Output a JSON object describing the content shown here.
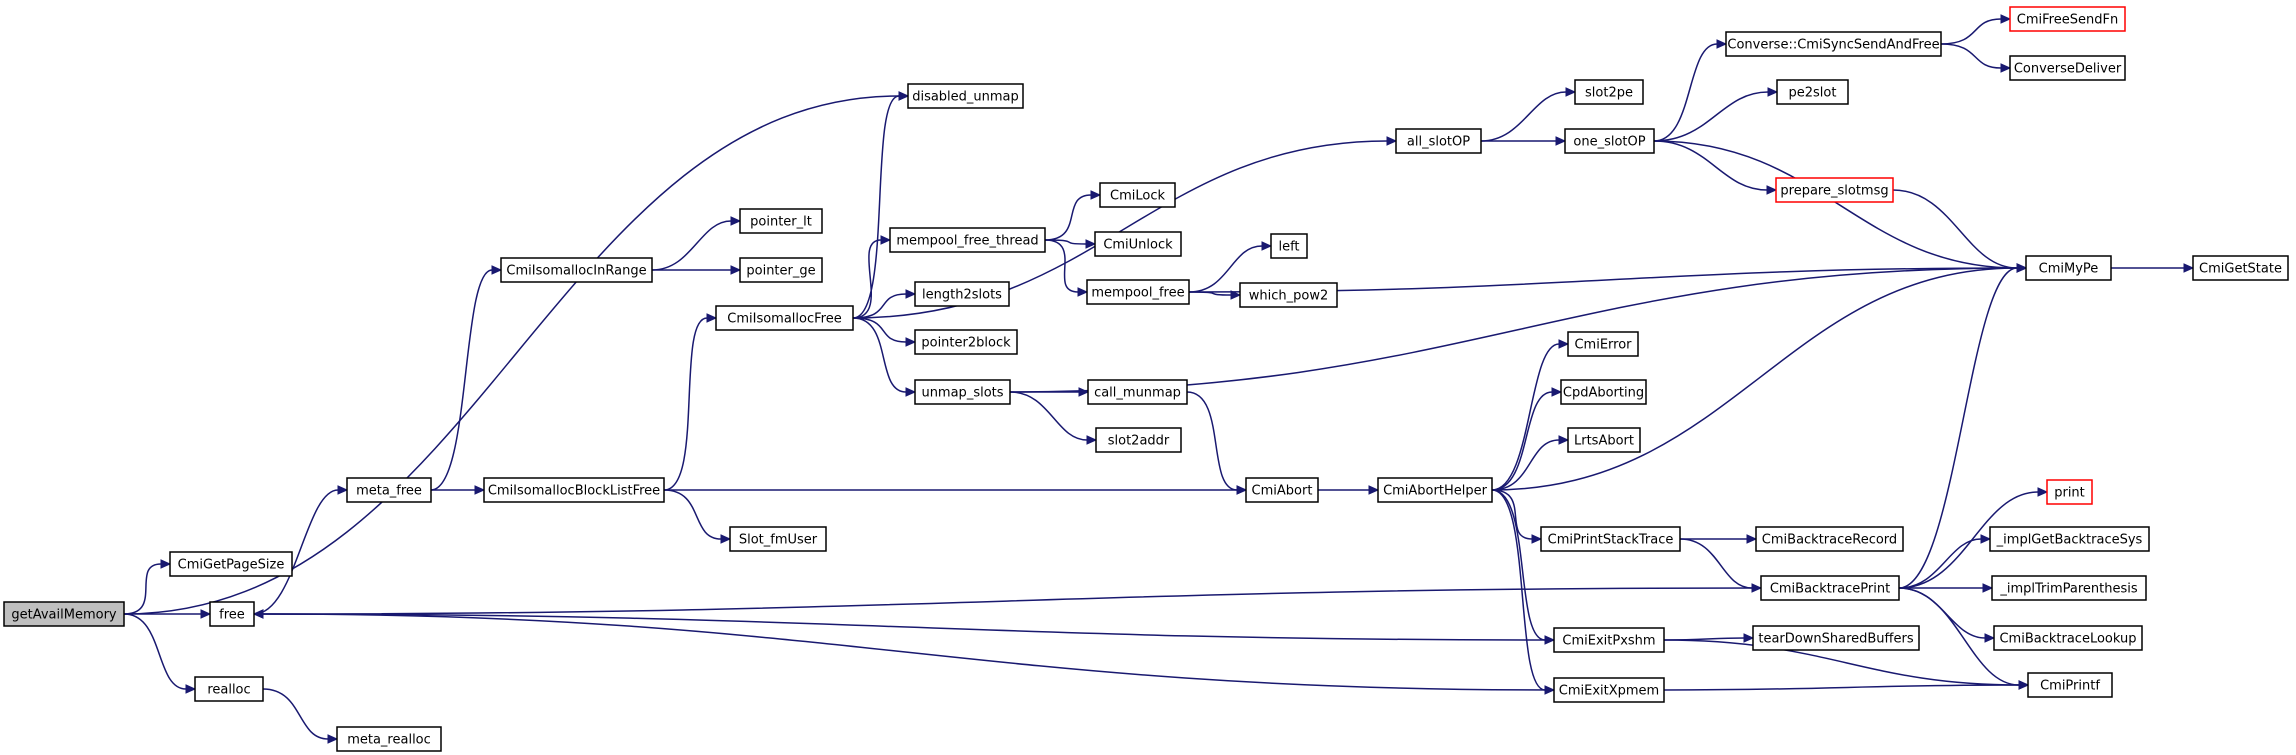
{
  "nodes": [
    {
      "id": "getAvailMemory",
      "label": "getAvailMemory",
      "style": "root"
    },
    {
      "id": "CmiGetPageSize",
      "label": "CmiGetPageSize",
      "style": "normal"
    },
    {
      "id": "free",
      "label": "free",
      "style": "normal"
    },
    {
      "id": "realloc",
      "label": "realloc",
      "style": "normal"
    },
    {
      "id": "meta_realloc",
      "label": "meta_realloc",
      "style": "normal"
    },
    {
      "id": "meta_free",
      "label": "meta_free",
      "style": "normal"
    },
    {
      "id": "CmiIsomallocInRange",
      "label": "CmiIsomallocInRange",
      "style": "normal"
    },
    {
      "id": "pointer_lt",
      "label": "pointer_lt",
      "style": "normal"
    },
    {
      "id": "pointer_ge",
      "label": "pointer_ge",
      "style": "normal"
    },
    {
      "id": "CmiIsomallocBlockListFree",
      "label": "CmiIsomallocBlockListFree",
      "style": "normal"
    },
    {
      "id": "Slot_fmUser",
      "label": "Slot_fmUser",
      "style": "normal"
    },
    {
      "id": "CmiIsomallocFree",
      "label": "CmiIsomallocFree",
      "style": "normal"
    },
    {
      "id": "disabled_unmap",
      "label": "disabled_unmap",
      "style": "normal"
    },
    {
      "id": "mempool_free_thread",
      "label": "mempool_free_thread",
      "style": "normal"
    },
    {
      "id": "length2slots",
      "label": "length2slots",
      "style": "normal"
    },
    {
      "id": "pointer2block",
      "label": "pointer2block",
      "style": "normal"
    },
    {
      "id": "unmap_slots",
      "label": "unmap_slots",
      "style": "normal"
    },
    {
      "id": "CmiLock",
      "label": "CmiLock",
      "style": "normal"
    },
    {
      "id": "CmiUnlock",
      "label": "CmiUnlock",
      "style": "normal"
    },
    {
      "id": "mempool_free",
      "label": "mempool_free",
      "style": "normal"
    },
    {
      "id": "left",
      "label": "left",
      "style": "normal"
    },
    {
      "id": "which_pow2",
      "label": "which_pow2",
      "style": "normal"
    },
    {
      "id": "call_munmap",
      "label": "call_munmap",
      "style": "normal"
    },
    {
      "id": "slot2addr",
      "label": "slot2addr",
      "style": "normal"
    },
    {
      "id": "all_slotOP",
      "label": "all_slotOP",
      "style": "normal"
    },
    {
      "id": "slot2pe",
      "label": "slot2pe",
      "style": "normal"
    },
    {
      "id": "one_slotOP",
      "label": "one_slotOP",
      "style": "normal"
    },
    {
      "id": "CmiSyncSendAndFree",
      "label": "Converse::CmiSyncSendAndFree",
      "style": "normal"
    },
    {
      "id": "CmiFreeSendFn",
      "label": "CmiFreeSendFn",
      "style": "external"
    },
    {
      "id": "ConverseDeliver",
      "label": "ConverseDeliver",
      "style": "normal"
    },
    {
      "id": "pe2slot",
      "label": "pe2slot",
      "style": "normal"
    },
    {
      "id": "prepare_slotmsg",
      "label": "prepare_slotmsg",
      "style": "external"
    },
    {
      "id": "CmiMyPe",
      "label": "CmiMyPe",
      "style": "normal"
    },
    {
      "id": "CmiGetState",
      "label": "CmiGetState",
      "style": "normal"
    },
    {
      "id": "CmiAbort",
      "label": "CmiAbort",
      "style": "normal"
    },
    {
      "id": "CmiAbortHelper",
      "label": "CmiAbortHelper",
      "style": "normal"
    },
    {
      "id": "CmiError",
      "label": "CmiError",
      "style": "normal"
    },
    {
      "id": "CpdAborting",
      "label": "CpdAborting",
      "style": "normal"
    },
    {
      "id": "LrtsAbort",
      "label": "LrtsAbort",
      "style": "normal"
    },
    {
      "id": "CmiPrintStackTrace",
      "label": "CmiPrintStackTrace",
      "style": "normal"
    },
    {
      "id": "CmiBacktraceRecord",
      "label": "CmiBacktraceRecord",
      "style": "normal"
    },
    {
      "id": "CmiBacktracePrint",
      "label": "CmiBacktracePrint",
      "style": "normal"
    },
    {
      "id": "print",
      "label": "print",
      "style": "external"
    },
    {
      "id": "implGetBacktraceSys",
      "label": "_implGetBacktraceSys",
      "style": "normal"
    },
    {
      "id": "implTrimParenthesis",
      "label": "_implTrimParenthesis",
      "style": "normal"
    },
    {
      "id": "CmiBacktraceLookup",
      "label": "CmiBacktraceLookup",
      "style": "normal"
    },
    {
      "id": "CmiPrintf",
      "label": "CmiPrintf",
      "style": "normal"
    },
    {
      "id": "CmiExitPxshm",
      "label": "CmiExitPxshm",
      "style": "normal"
    },
    {
      "id": "tearDownSharedBuffers",
      "label": "tearDownSharedBuffers",
      "style": "normal"
    },
    {
      "id": "CmiExitXpmem",
      "label": "CmiExitXpmem",
      "style": "normal"
    }
  ],
  "edges": [
    [
      "getAvailMemory",
      "CmiGetPageSize"
    ],
    [
      "getAvailMemory",
      "free"
    ],
    [
      "getAvailMemory",
      "realloc"
    ],
    [
      "getAvailMemory",
      "disabled_unmap"
    ],
    [
      "realloc",
      "meta_realloc"
    ],
    [
      "free",
      "meta_free"
    ],
    [
      "meta_free",
      "CmiIsomallocInRange"
    ],
    [
      "meta_free",
      "CmiIsomallocBlockListFree"
    ],
    [
      "CmiIsomallocInRange",
      "pointer_lt"
    ],
    [
      "CmiIsomallocInRange",
      "pointer_ge"
    ],
    [
      "CmiIsomallocBlockListFree",
      "CmiIsomallocFree"
    ],
    [
      "CmiIsomallocBlockListFree",
      "Slot_fmUser"
    ],
    [
      "CmiIsomallocBlockListFree",
      "CmiAbort"
    ],
    [
      "CmiIsomallocFree",
      "disabled_unmap"
    ],
    [
      "CmiIsomallocFree",
      "all_slotOP"
    ],
    [
      "CmiIsomallocFree",
      "mempool_free_thread"
    ],
    [
      "CmiIsomallocFree",
      "length2slots"
    ],
    [
      "CmiIsomallocFree",
      "pointer2block"
    ],
    [
      "CmiIsomallocFree",
      "unmap_slots"
    ],
    [
      "mempool_free_thread",
      "CmiLock"
    ],
    [
      "mempool_free_thread",
      "CmiUnlock"
    ],
    [
      "mempool_free_thread",
      "mempool_free"
    ],
    [
      "mempool_free",
      "left"
    ],
    [
      "mempool_free",
      "which_pow2"
    ],
    [
      "mempool_free",
      "CmiMyPe"
    ],
    [
      "unmap_slots",
      "call_munmap"
    ],
    [
      "unmap_slots",
      "slot2addr"
    ],
    [
      "unmap_slots",
      "CmiMyPe"
    ],
    [
      "call_munmap",
      "CmiAbort"
    ],
    [
      "all_slotOP",
      "slot2pe"
    ],
    [
      "all_slotOP",
      "one_slotOP"
    ],
    [
      "one_slotOP",
      "CmiSyncSendAndFree"
    ],
    [
      "one_slotOP",
      "pe2slot"
    ],
    [
      "one_slotOP",
      "prepare_slotmsg"
    ],
    [
      "one_slotOP",
      "CmiMyPe"
    ],
    [
      "CmiSyncSendAndFree",
      "CmiFreeSendFn"
    ],
    [
      "CmiSyncSendAndFree",
      "ConverseDeliver"
    ],
    [
      "prepare_slotmsg",
      "CmiMyPe"
    ],
    [
      "CmiMyPe",
      "CmiGetState"
    ],
    [
      "CmiAbort",
      "CmiAbortHelper"
    ],
    [
      "CmiAbortHelper",
      "CmiError"
    ],
    [
      "CmiAbortHelper",
      "CpdAborting"
    ],
    [
      "CmiAbortHelper",
      "LrtsAbort"
    ],
    [
      "CmiAbortHelper",
      "CmiMyPe"
    ],
    [
      "CmiAbortHelper",
      "CmiPrintStackTrace"
    ],
    [
      "CmiAbortHelper",
      "CmiExitPxshm"
    ],
    [
      "CmiAbortHelper",
      "CmiExitXpmem"
    ],
    [
      "CmiPrintStackTrace",
      "CmiBacktraceRecord"
    ],
    [
      "CmiPrintStackTrace",
      "CmiBacktracePrint"
    ],
    [
      "CmiBacktracePrint",
      "print"
    ],
    [
      "CmiBacktracePrint",
      "implGetBacktraceSys"
    ],
    [
      "CmiBacktracePrint",
      "implTrimParenthesis"
    ],
    [
      "CmiBacktracePrint",
      "CmiBacktraceLookup"
    ],
    [
      "CmiBacktracePrint",
      "CmiPrintf"
    ],
    [
      "CmiBacktracePrint",
      "CmiMyPe"
    ],
    [
      "CmiBacktracePrint",
      "free"
    ],
    [
      "CmiExitPxshm",
      "tearDownSharedBuffers"
    ],
    [
      "CmiExitPxshm",
      "CmiPrintf"
    ],
    [
      "CmiExitPxshm",
      "free"
    ],
    [
      "CmiExitXpmem",
      "CmiPrintf"
    ],
    [
      "CmiExitXpmem",
      "free"
    ]
  ]
}
